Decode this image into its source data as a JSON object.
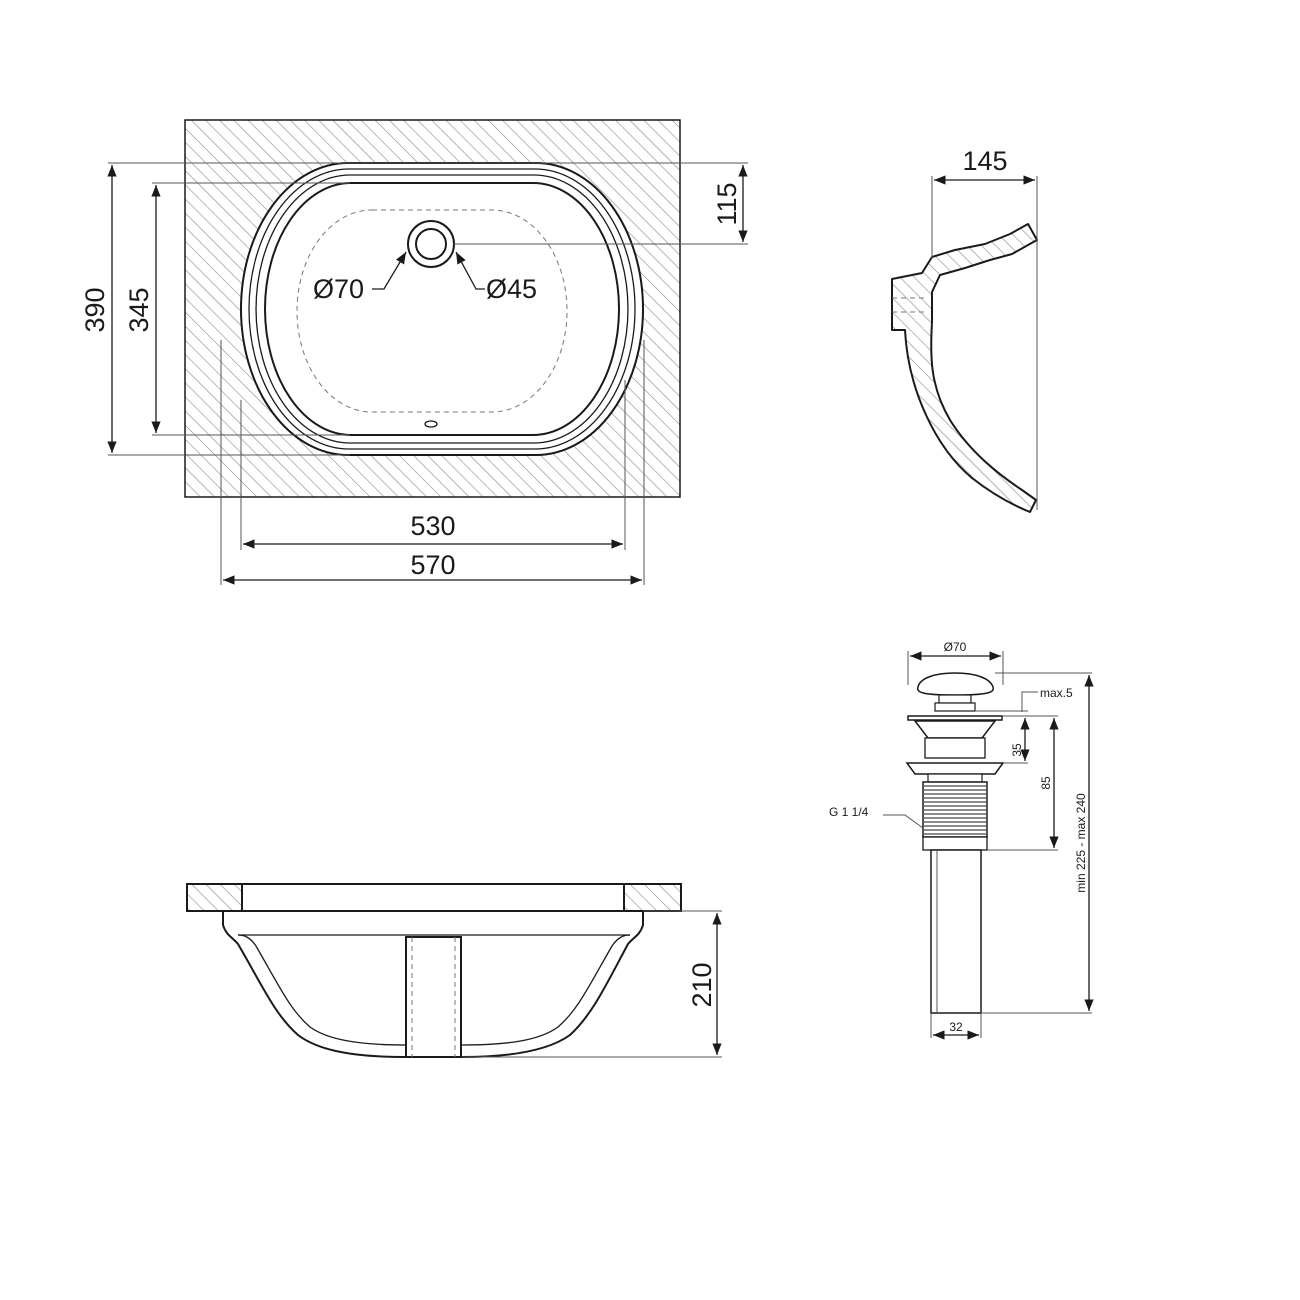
{
  "top_view": {
    "width_outer": "570",
    "width_inner": "530",
    "depth_outer": "390",
    "depth_inner": "345",
    "tap_offset": "115",
    "tap_outer_dia": "Ø70",
    "tap_inner_dia": "Ø45"
  },
  "side_section": {
    "depth": "145"
  },
  "front_view": {
    "height": "210"
  },
  "drain": {
    "cap_dia": "Ø70",
    "max_gap": "max.5",
    "dim_35": "35",
    "dim_85": "85",
    "length_range": "min 225 - max 240",
    "thread": "G 1 1/4",
    "pipe_dia": "32"
  },
  "colors": {
    "line": "#1a1a1a",
    "hatch": "#8a8a8a"
  }
}
